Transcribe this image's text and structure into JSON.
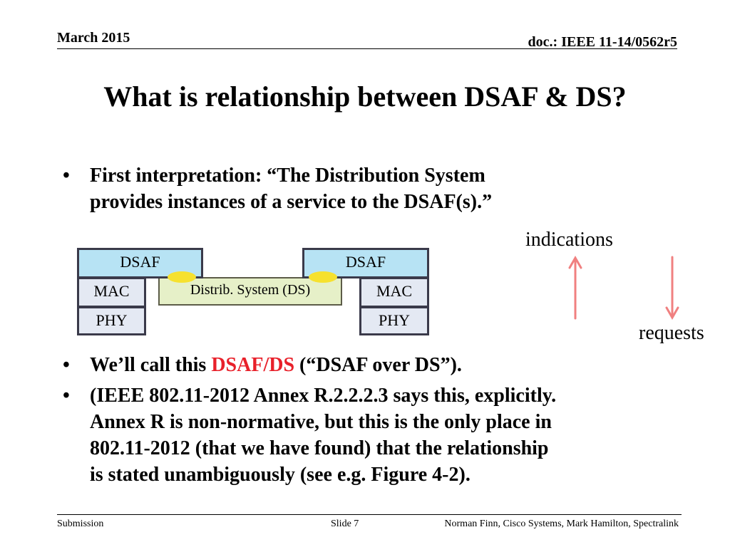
{
  "header": {
    "date": "March 2015",
    "doc_id": "doc.: IEEE 11-14/0562r5"
  },
  "title": "What is relationship between DSAF & DS?",
  "bullets": [
    {
      "symbol": "•",
      "line1": "First interpretation:  “The Distribution System",
      "line2": "provides instances of a service to the DSAF(s).”"
    },
    {
      "symbol": "•",
      "prefix": "We’ll call this ",
      "highlight": "DSAF/DS",
      "suffix": " (“DSAF over DS”)."
    },
    {
      "symbol": "•",
      "line1": "(IEEE 802.11-2012 Annex R.2.2.2.3 says this, explicitly.",
      "line2": "Annex R is non-normative, but this is the only place in",
      "line3": "802.11-2012 (that we have found) that the relationship",
      "line4": "is stated unambiguously (see e.g. Figure 4-2)."
    }
  ],
  "diagram": {
    "left_stack": {
      "dsaf": "DSAF",
      "mac": "MAC",
      "phy": "PHY"
    },
    "right_stack": {
      "dsaf": "DSAF",
      "mac": "MAC",
      "phy": "PHY"
    },
    "ds_box": "Distrib. System (DS)",
    "indications_label": "indications",
    "requests_label": "requests",
    "colors": {
      "dsaf_fill": "#b7e3f4",
      "layer_fill": "#e4e9f3",
      "ds_fill": "#e6f0c8",
      "sap_dot": "#f6e12f",
      "arrow": "#f08080",
      "highlight_red": "#e8202a"
    }
  },
  "footer": {
    "left": "Submission",
    "slide": "Slide 7",
    "authors": "Norman Finn, Cisco Systems, Mark Hamilton, Spectralink"
  }
}
